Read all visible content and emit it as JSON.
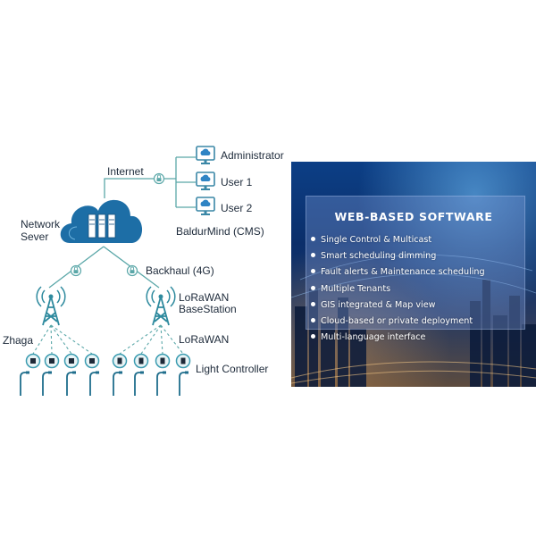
{
  "labels": {
    "internet": "Internet",
    "administrator": "Administrator",
    "user1": "User 1",
    "user2": "User 2",
    "cms": "BaldurMind (CMS)",
    "network_server_line1": "Network",
    "network_server_line2": "Sever",
    "backhaul": "Backhaul (4G)",
    "basestation_line1": "LoRaWAN",
    "basestation_line2": "BaseStation",
    "zhaga": "Zhaga",
    "lorawan": "LoRaWAN",
    "light_controller": "Light Controller"
  },
  "panel": {
    "title": "WEB-BASED SOFTWARE",
    "features": [
      "Single Control & Multicast",
      "Smart scheduling dimming",
      "Fault alerts & Maintenance scheduling",
      "Multiple Tenants",
      "GIS integrated & Map view",
      "Cloud-based or private deployment",
      "Multi-language interface"
    ]
  },
  "colors": {
    "line": "#5aa7a8",
    "node": "#3a87a6",
    "cloud": "#1d6ea6",
    "text": "#1d2a3a",
    "panel_bg": "#0b2f6b"
  }
}
